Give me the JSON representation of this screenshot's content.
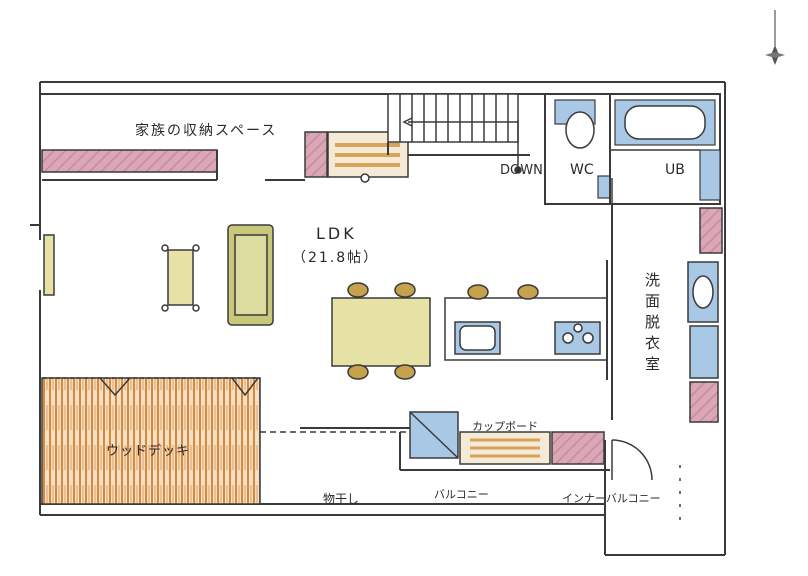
{
  "rooms": {
    "family_storage": "家族の収納スペース",
    "ldk": "LDK",
    "ldk_area": "（21.8帖）",
    "wc": "WC",
    "ub": "UB",
    "washroom": "洗面脱衣室",
    "cupboard": "カップボード",
    "wood_deck": "ウッドデッキ",
    "drying": "物干し",
    "balcony": "バルコニー",
    "inner_balcony": "インナーバルコニー",
    "stairs_down": "DOWN"
  },
  "colors": {
    "wall": "#3a3a3a",
    "storage_pink": "#c98a9e",
    "table_yellow": "#e6e2a6",
    "sofa_olive": "#c8c77a",
    "deck_orange": "#d9883a",
    "fixture_blue": "#a8c8e6",
    "stair_wood": "#d9a25a",
    "chair_gold": "#c7a24d"
  },
  "compass": "north-arrow-icon"
}
